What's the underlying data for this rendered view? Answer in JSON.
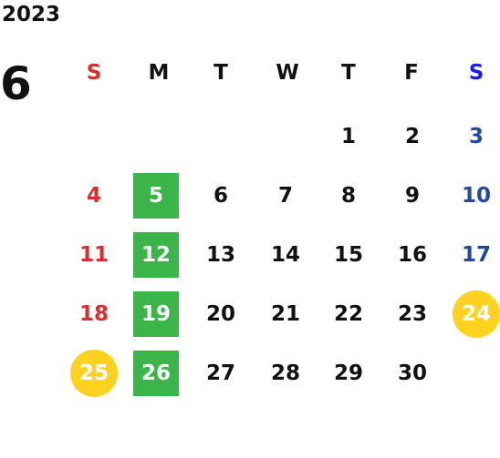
{
  "calendar": {
    "year": "2023",
    "month": "6",
    "weekday_headers": [
      "S",
      "M",
      "T",
      "W",
      "T",
      "F",
      "S"
    ],
    "colors": {
      "sunday": "#e02b2b",
      "saturday": "#1f4aa0",
      "saturday_header": "#1a1aff",
      "closed_day_square": "#3bb54a",
      "special_day_circle": "#ffd21f",
      "default_text": "#111111"
    },
    "weeks": [
      [
        "",
        "",
        "",
        "",
        "1",
        "2",
        "3"
      ],
      [
        "4",
        "5",
        "6",
        "7",
        "8",
        "9",
        "10"
      ],
      [
        "11",
        "12",
        "13",
        "14",
        "15",
        "16",
        "17"
      ],
      [
        "18",
        "19",
        "20",
        "21",
        "22",
        "23",
        "24"
      ],
      [
        "25",
        "26",
        "27",
        "28",
        "29",
        "30",
        ""
      ]
    ],
    "green_days": [
      "5",
      "12",
      "19",
      "26"
    ],
    "yellow_days": [
      "24",
      "25"
    ]
  }
}
